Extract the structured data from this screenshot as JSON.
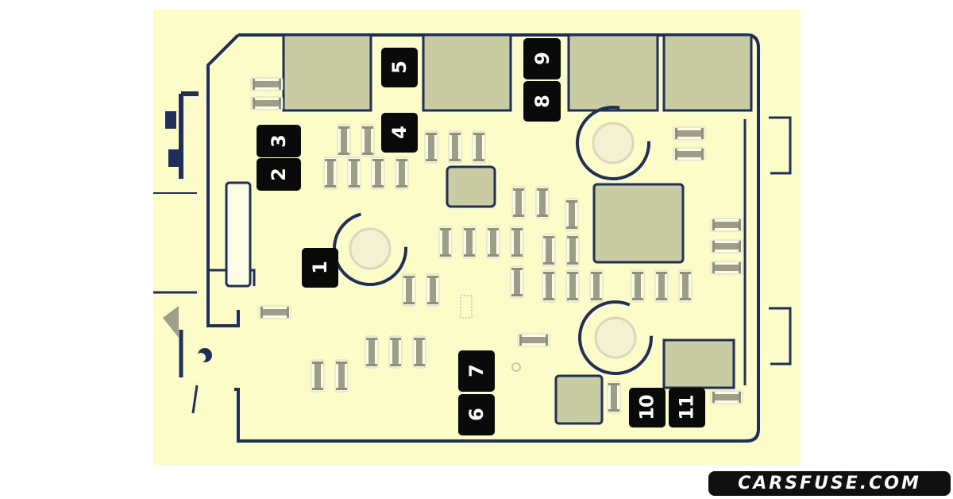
{
  "diagram": {
    "type": "fuse box layout",
    "background_color": "#fcfcc9",
    "outline_color": "#1f2f5a",
    "component_color": "#c9cba3",
    "fuse_color": "#9ea08a",
    "label_bg_color": "#0a0a0a",
    "label_text_color": "#ffffff"
  },
  "labels": [
    {
      "id": "1",
      "text": "1"
    },
    {
      "id": "2",
      "text": "2"
    },
    {
      "id": "3",
      "text": "3"
    },
    {
      "id": "4",
      "text": "4"
    },
    {
      "id": "5",
      "text": "5"
    },
    {
      "id": "6",
      "text": "6"
    },
    {
      "id": "7",
      "text": "7"
    },
    {
      "id": "8",
      "text": "8"
    },
    {
      "id": "9",
      "text": "9"
    },
    {
      "id": "10",
      "text": "10"
    },
    {
      "id": "11",
      "text": "11"
    }
  ],
  "watermark": {
    "text": "CARSFUSE.COM"
  }
}
